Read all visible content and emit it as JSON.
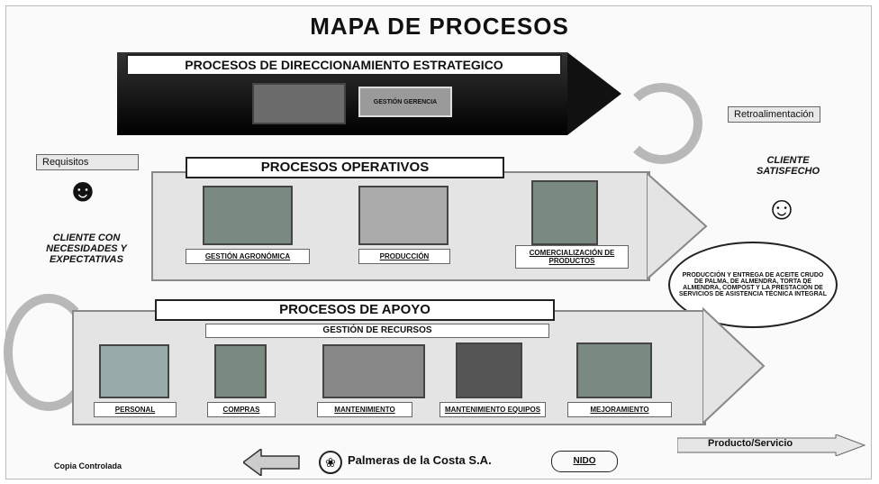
{
  "title": "MAPA DE PROCESOS",
  "strategic": {
    "label": "PROCESOS DE DIRECCIONAMIENTO ESTRATEGICO",
    "box": "GESTIÓN GERENCIA"
  },
  "feedback": "Retroalimentación",
  "requirements": "Requisitos",
  "operative": {
    "label": "PROCESOS OPERATIVOS",
    "items": [
      "GESTIÓN AGRONÓMICA",
      "PRODUCCIÓN",
      "COMERCIALIZACIÓN DE PRODUCTOS"
    ]
  },
  "client_in": "CLIENTE CON NECESIDADES Y EXPECTATIVAS",
  "client_out": "CLIENTE SATISFECHO",
  "ellipse_text": "PRODUCCIÓN Y ENTREGA DE ACEITE CRUDO DE PALMA, DE ALMENDRA, TORTA DE ALMENDRA, COMPOST Y LA PRESTACIÓN DE SERVICIOS DE ASISTENCIA TÉCNICA INTEGRAL",
  "support": {
    "label": "PROCESOS DE APOYO",
    "sub": "GESTIÓN DE RECURSOS",
    "items": [
      "PERSONAL",
      "COMPRAS",
      "MANTENIMIENTO",
      "MANTENIMIENTO EQUIPOS",
      "MEJORAMIENTO"
    ]
  },
  "product": "Producto/Servicio",
  "footer": {
    "left": "Copia Controlada",
    "company": "Palmeras de la Costa S.A.",
    "code": "NIDO"
  }
}
